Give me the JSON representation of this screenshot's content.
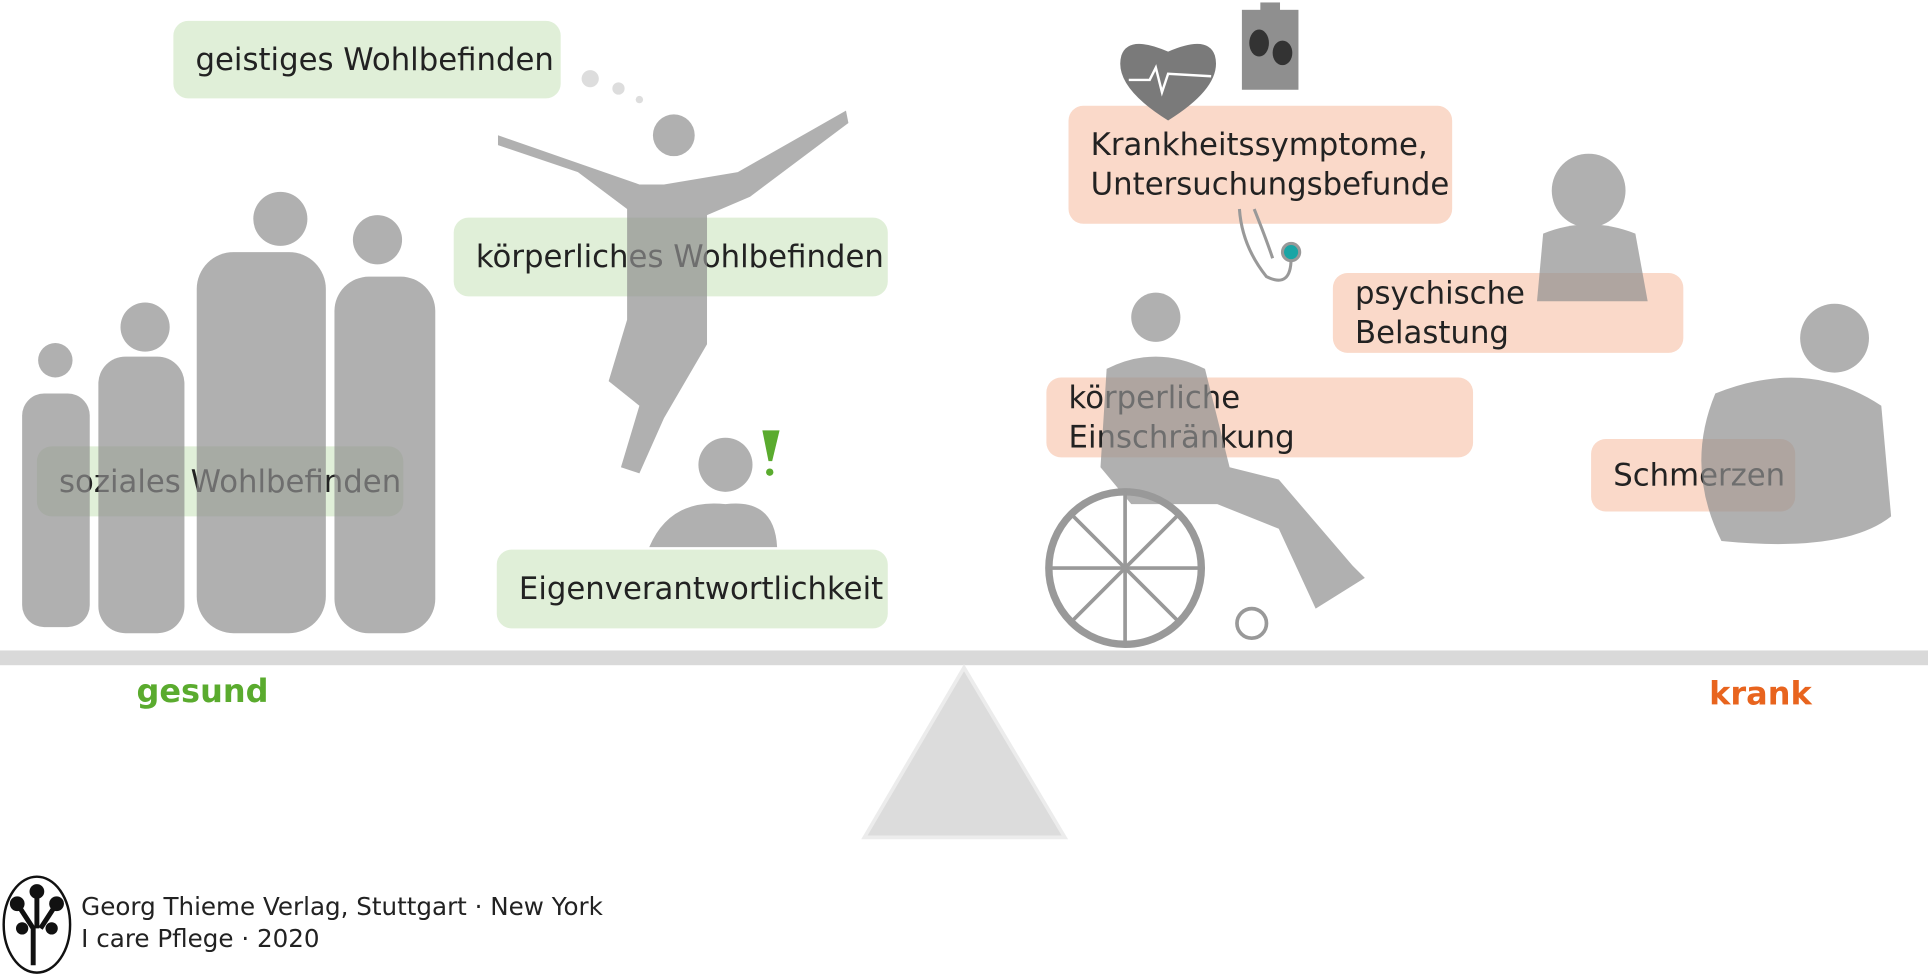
{
  "labels": {
    "geistig": "geistiges Wohlbefinden",
    "koerperlich": "körperliches Wohlbefinden",
    "sozial": "soziales Wohlbefinden",
    "eigen": "Eigenverantwortlichkeit",
    "symptome_1": "Krankheitssymptome,",
    "symptome_2": "Untersuchungsbefunde",
    "psychisch": "psychische Belastung",
    "einschraenkung": "körperliche Einschränkung",
    "schmerzen": "Schmerzen"
  },
  "scale": {
    "left": "gesund",
    "right": "krank"
  },
  "colors": {
    "healthy": "#5aab2e",
    "sick": "#e8641e",
    "healthy_box": "#e0efd8",
    "sick_box": "#fad9c9"
  },
  "footer": {
    "line1": "Georg Thieme Verlag, Stuttgart · New York",
    "line2": "I care Pflege · 2020"
  }
}
